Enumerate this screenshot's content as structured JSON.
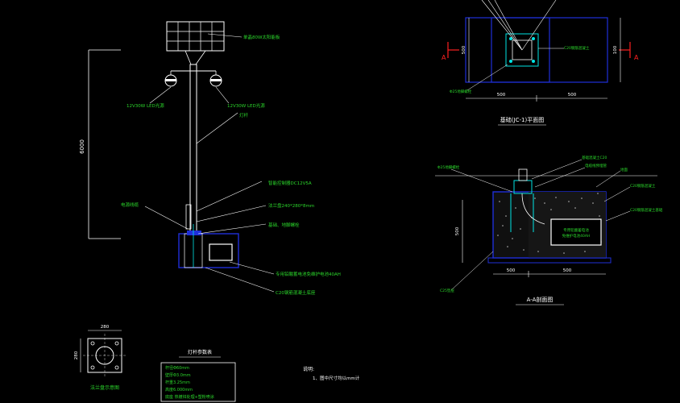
{
  "colors": {
    "background": "#000000",
    "outline": "#ffffff",
    "foundation": "#1f2fd8",
    "accent": "#00e5e5",
    "label": "#2bd62b",
    "title": "#ffffff",
    "marker": "#ff2020"
  },
  "elevation": {
    "height_dim": "6000",
    "labels": {
      "solar_panel": "单晶80W太阳能板",
      "led_left": "12V30W LED光源",
      "led_right": "12V30W LED光源",
      "pole": "灯杆",
      "controller": "智能控制器DC12V5A",
      "flange": "法兰盘240*280*8mm",
      "bolt": "基础、地脚螺栓",
      "battery": "专用铅酸蓄电池免维护电池40AH",
      "concrete": "C20钢筋混凝土底座",
      "cable": "电源线缆"
    }
  },
  "flange_plan": {
    "dim_w": "280",
    "dim_h": "280",
    "title": "法兰盘示意图"
  },
  "spec_table": {
    "title": "灯杆参数表",
    "rows": [
      "杆径Φ60mm",
      "壁厚Φ3.0mm",
      "杆重3.25mm",
      "高度6.000mm",
      "底座 热镀锌处理+塑粉喷涂"
    ]
  },
  "notes": {
    "title": "说明:",
    "items": [
      "1、图中尺寸均以mm计"
    ]
  },
  "foundation_plan": {
    "title": "基础(JC-1)平面图",
    "section_mark": "A",
    "dim_left": "500",
    "dim_right": "500",
    "dim_height": "500",
    "dim_height_right": "100",
    "label_left": "Φ25地脚螺栓",
    "label_right": "C20钢筋混凝土"
  },
  "section_aa": {
    "title": "A-A剖面图",
    "dim_left": "500",
    "dim_right": "500",
    "dim_height": "500",
    "labels": {
      "top_left": "Φ25地脚螺栓",
      "top_1": "基础混凝土C20",
      "top_2": "电缆线预埋管",
      "top_3": "地面",
      "right_1": "C20钢筋混凝土",
      "right_2": "C20钢筋混凝土基础",
      "bottom_left": "C25垫层",
      "battery_1": "专用铅酸蓄电池",
      "battery_2": "免维护电池40AH"
    }
  }
}
